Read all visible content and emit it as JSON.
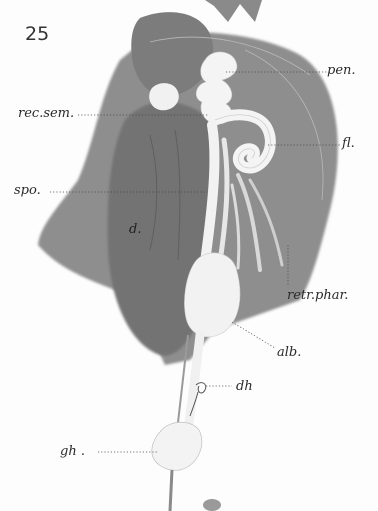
{
  "figure": {
    "number": "25",
    "labels": {
      "pen": "pen.",
      "rec_sem": "rec.sem.",
      "fl": "fl.",
      "spo": "spo.",
      "d": "d.",
      "retr_phar": "retr.phar.",
      "alb": "alb.",
      "dh": "dh",
      "gh": "gh ."
    }
  },
  "colors": {
    "background": "#fdfdfd",
    "body_shade": "#8c8c8c",
    "dark_tissue": "#6f6f6f",
    "organ_white": "#f4f4f4",
    "line": "#333333"
  }
}
